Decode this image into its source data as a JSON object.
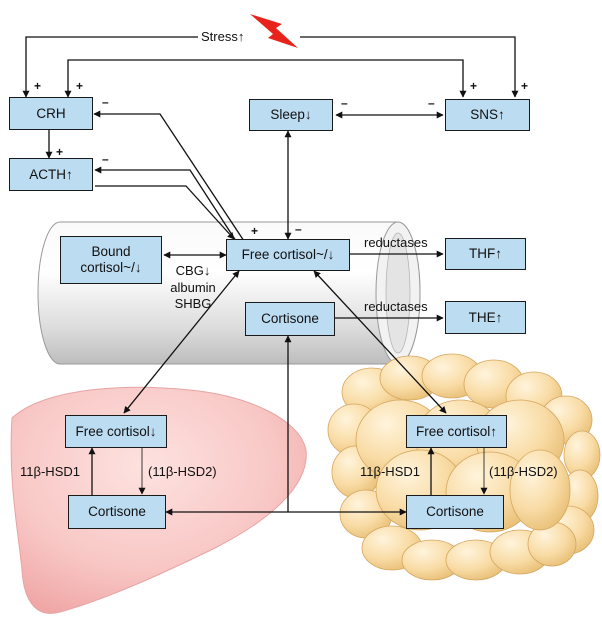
{
  "labels": {
    "stress": "Stress↑",
    "reductases_top": "reductases",
    "reductases_bottom": "reductases",
    "binding_proteins": [
      "CBG↓",
      "albumin",
      "SHBG"
    ],
    "hsd1_liver": "11β-HSD1",
    "hsd2_liver": "(11β-HSD2)",
    "hsd1_fat": "11β-HSD1",
    "hsd2_fat": "(11β-HSD2)"
  },
  "boxes": {
    "crh": "CRH",
    "acth": "ACTH↑",
    "sleep": "Sleep↓",
    "sns": "SNS↑",
    "bound_cortisol": [
      "Bound",
      "cortisol~/↓"
    ],
    "free_cortisol_blood": "Free cortisol~/↓",
    "thf": "THF↑",
    "the": "THE↑",
    "cortisone_blood": "Cortisone",
    "free_cortisol_liver": "Free cortisol↓",
    "cortisone_liver": "Cortisone",
    "free_cortisol_fat": "Free cortisol↑",
    "cortisone_fat": "Cortisone"
  },
  "signs": {
    "stress_crh": "+",
    "sns_crh": "+",
    "stress_sns": "+",
    "crh_sns": "+",
    "crh_acth": "+",
    "cortisol_crh": "–",
    "cortisol_acth": "–",
    "sleep_sns_left": "–",
    "sleep_sns_right": "–",
    "acth_cortisol": "+",
    "cortisol_sleep": "–"
  },
  "icons": [
    "lightning-bolt-icon",
    "blood-vessel",
    "liver",
    "adipose-tissue"
  ],
  "colors": {
    "box_fill": "#bcdcf1",
    "lightning": "#e8231c",
    "liver": "#f7c0c0",
    "fat": "#f8dba3",
    "vessel": "#e9e9e9"
  }
}
